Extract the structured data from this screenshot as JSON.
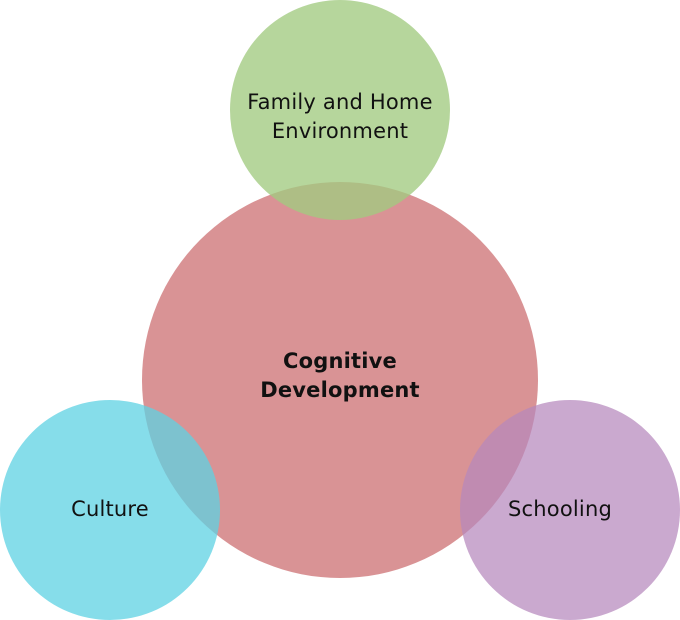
{
  "diagram": {
    "type": "venn-hub",
    "center": {
      "label_line1": "Cognitive",
      "label_line2": "Development",
      "color": "#d68a8c"
    },
    "nodes": [
      {
        "id": "family",
        "label_line1": "Family and Home",
        "label_line2": "Environment",
        "color": "#b2d396"
      },
      {
        "id": "culture",
        "label": "Culture",
        "color": "#7fdbe8"
      },
      {
        "id": "schooling",
        "label": "Schooling",
        "color": "#c5a3cb"
      }
    ]
  }
}
